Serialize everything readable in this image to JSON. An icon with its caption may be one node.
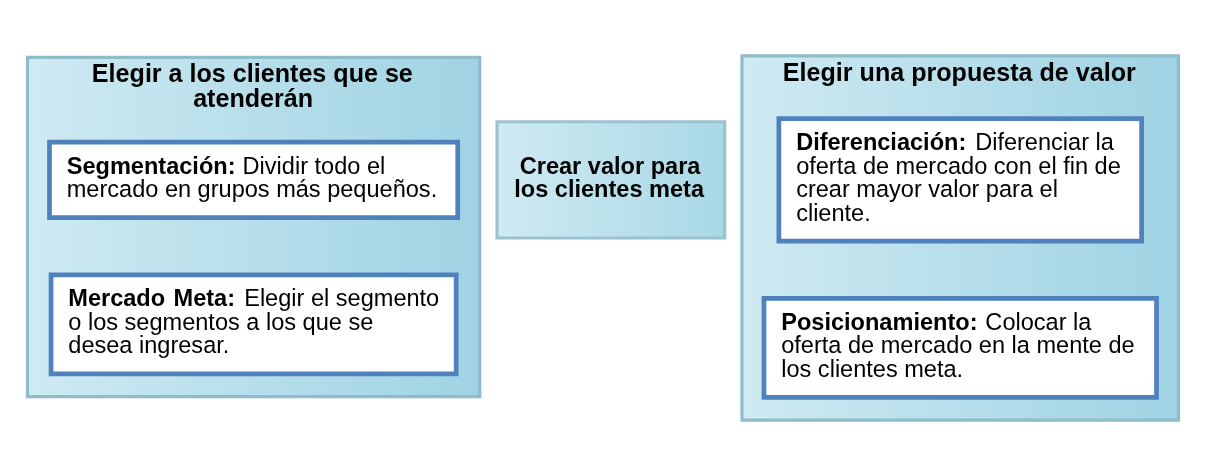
{
  "diagram": {
    "nodes": [
      {
        "text": [
          "Elegir a los clientes que se atenderán"
        ]
      },
      {
        "text": [
          "**Segmentación:** Dividir todo el mercado en grupos más pequeños."
        ],
        "in": 0
      },
      {
        "text": [
          "**Mercado Meta:** Elegir el segmento o los segmentos a los que se desea ingresar."
        ],
        "in": 0
      },
      {
        "text": [
          "Crear valor para los clientes meta"
        ]
      },
      {
        "text": [
          "Elegir una propuesta de valor"
        ]
      },
      {
        "text": [
          "**Diferenciación:** Diferenciar la oferta de mercado con el fin de crear mayor valor para el cliente."
        ],
        "in": 4
      },
      {
        "text": [
          "**Posicionamiento:** Colocar la oferta de mercado en la mente de los clientes meta."
        ],
        "in": 4
      }
    ],
    "edges": []
  }
}
